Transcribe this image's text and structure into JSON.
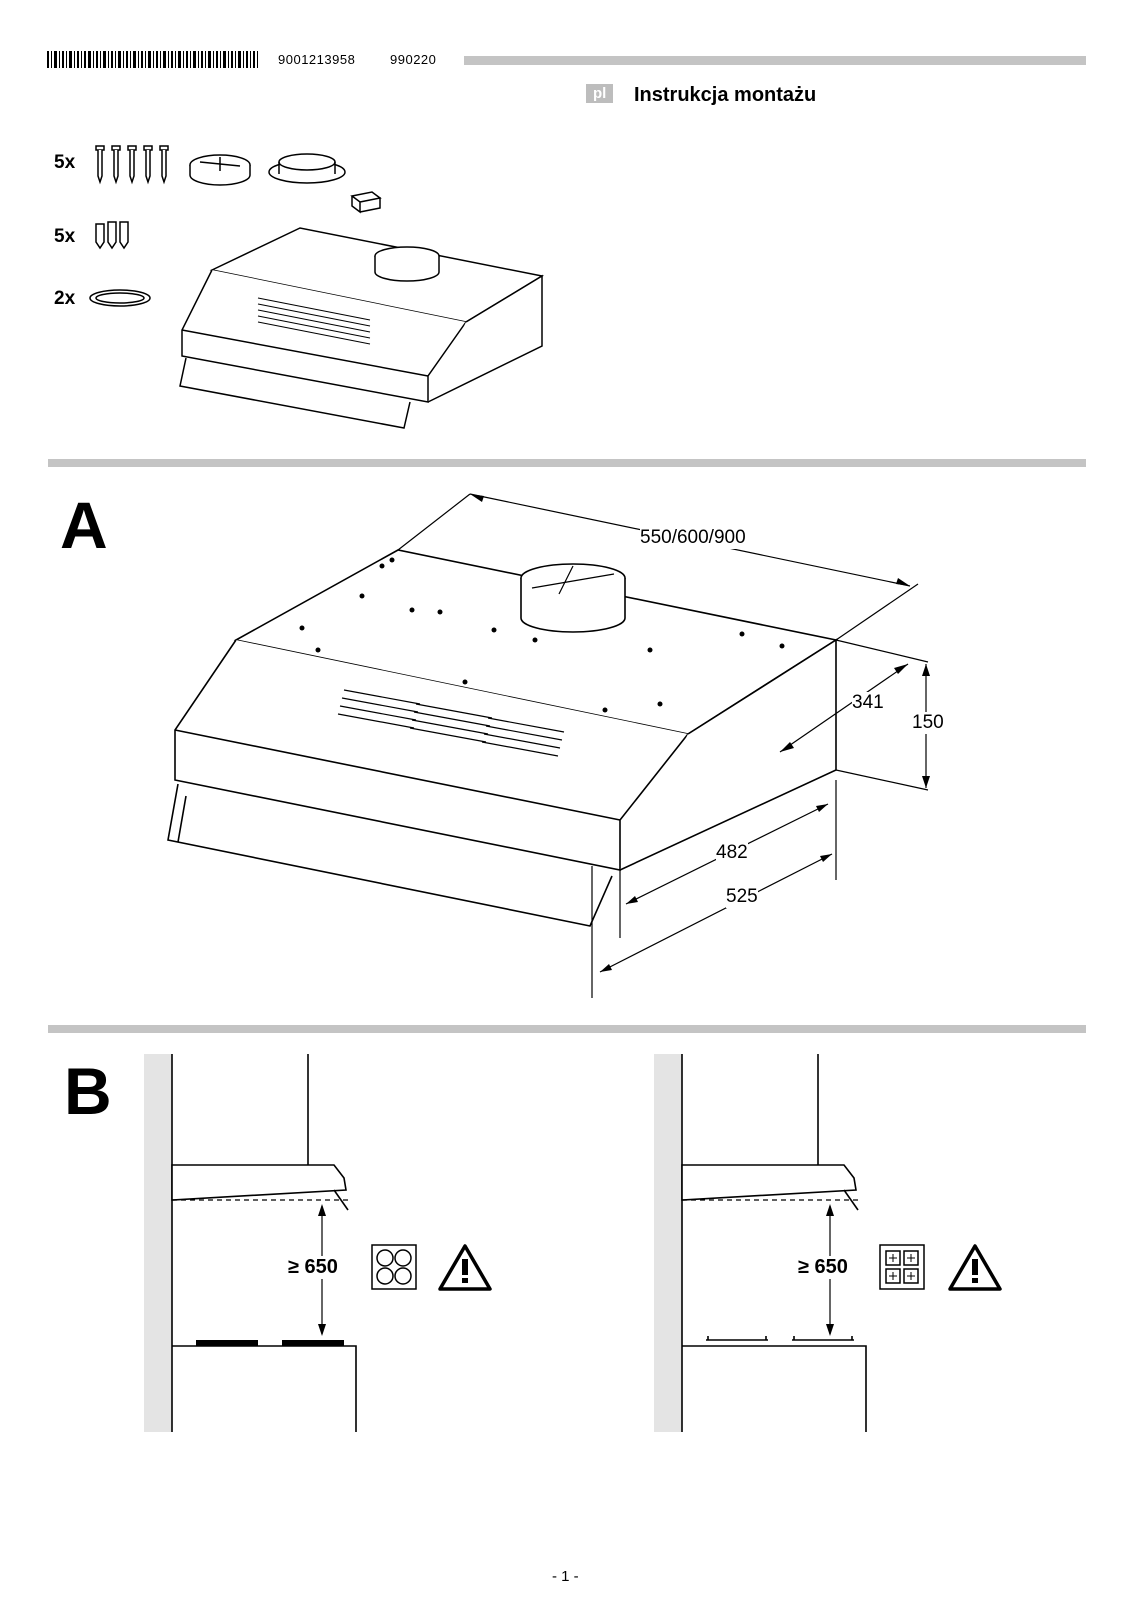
{
  "header": {
    "part_number": "9001213958",
    "date_code": "990220",
    "language_code": "pl",
    "title": "Instrukcja montażu"
  },
  "parts": [
    {
      "quantity": "5x",
      "item": "screw-icon"
    },
    {
      "quantity": "5x",
      "item": "wall-plug-icon"
    },
    {
      "quantity": "2x",
      "item": "seal-ring-icon"
    }
  ],
  "figure_a": {
    "letter": "A",
    "width": "550/600/900",
    "depth_inner": "341",
    "height": "150",
    "depth_482": "482",
    "depth_525": "525"
  },
  "figure_b": {
    "letter": "B",
    "left_clearance": "≥ 650",
    "right_clearance": "≥ 650",
    "left_hob": "ceramic-hob-icon",
    "right_hob": "gas-hob-icon",
    "warning": "warning-triangle-icon"
  },
  "footer": {
    "page": "- 1 -"
  }
}
